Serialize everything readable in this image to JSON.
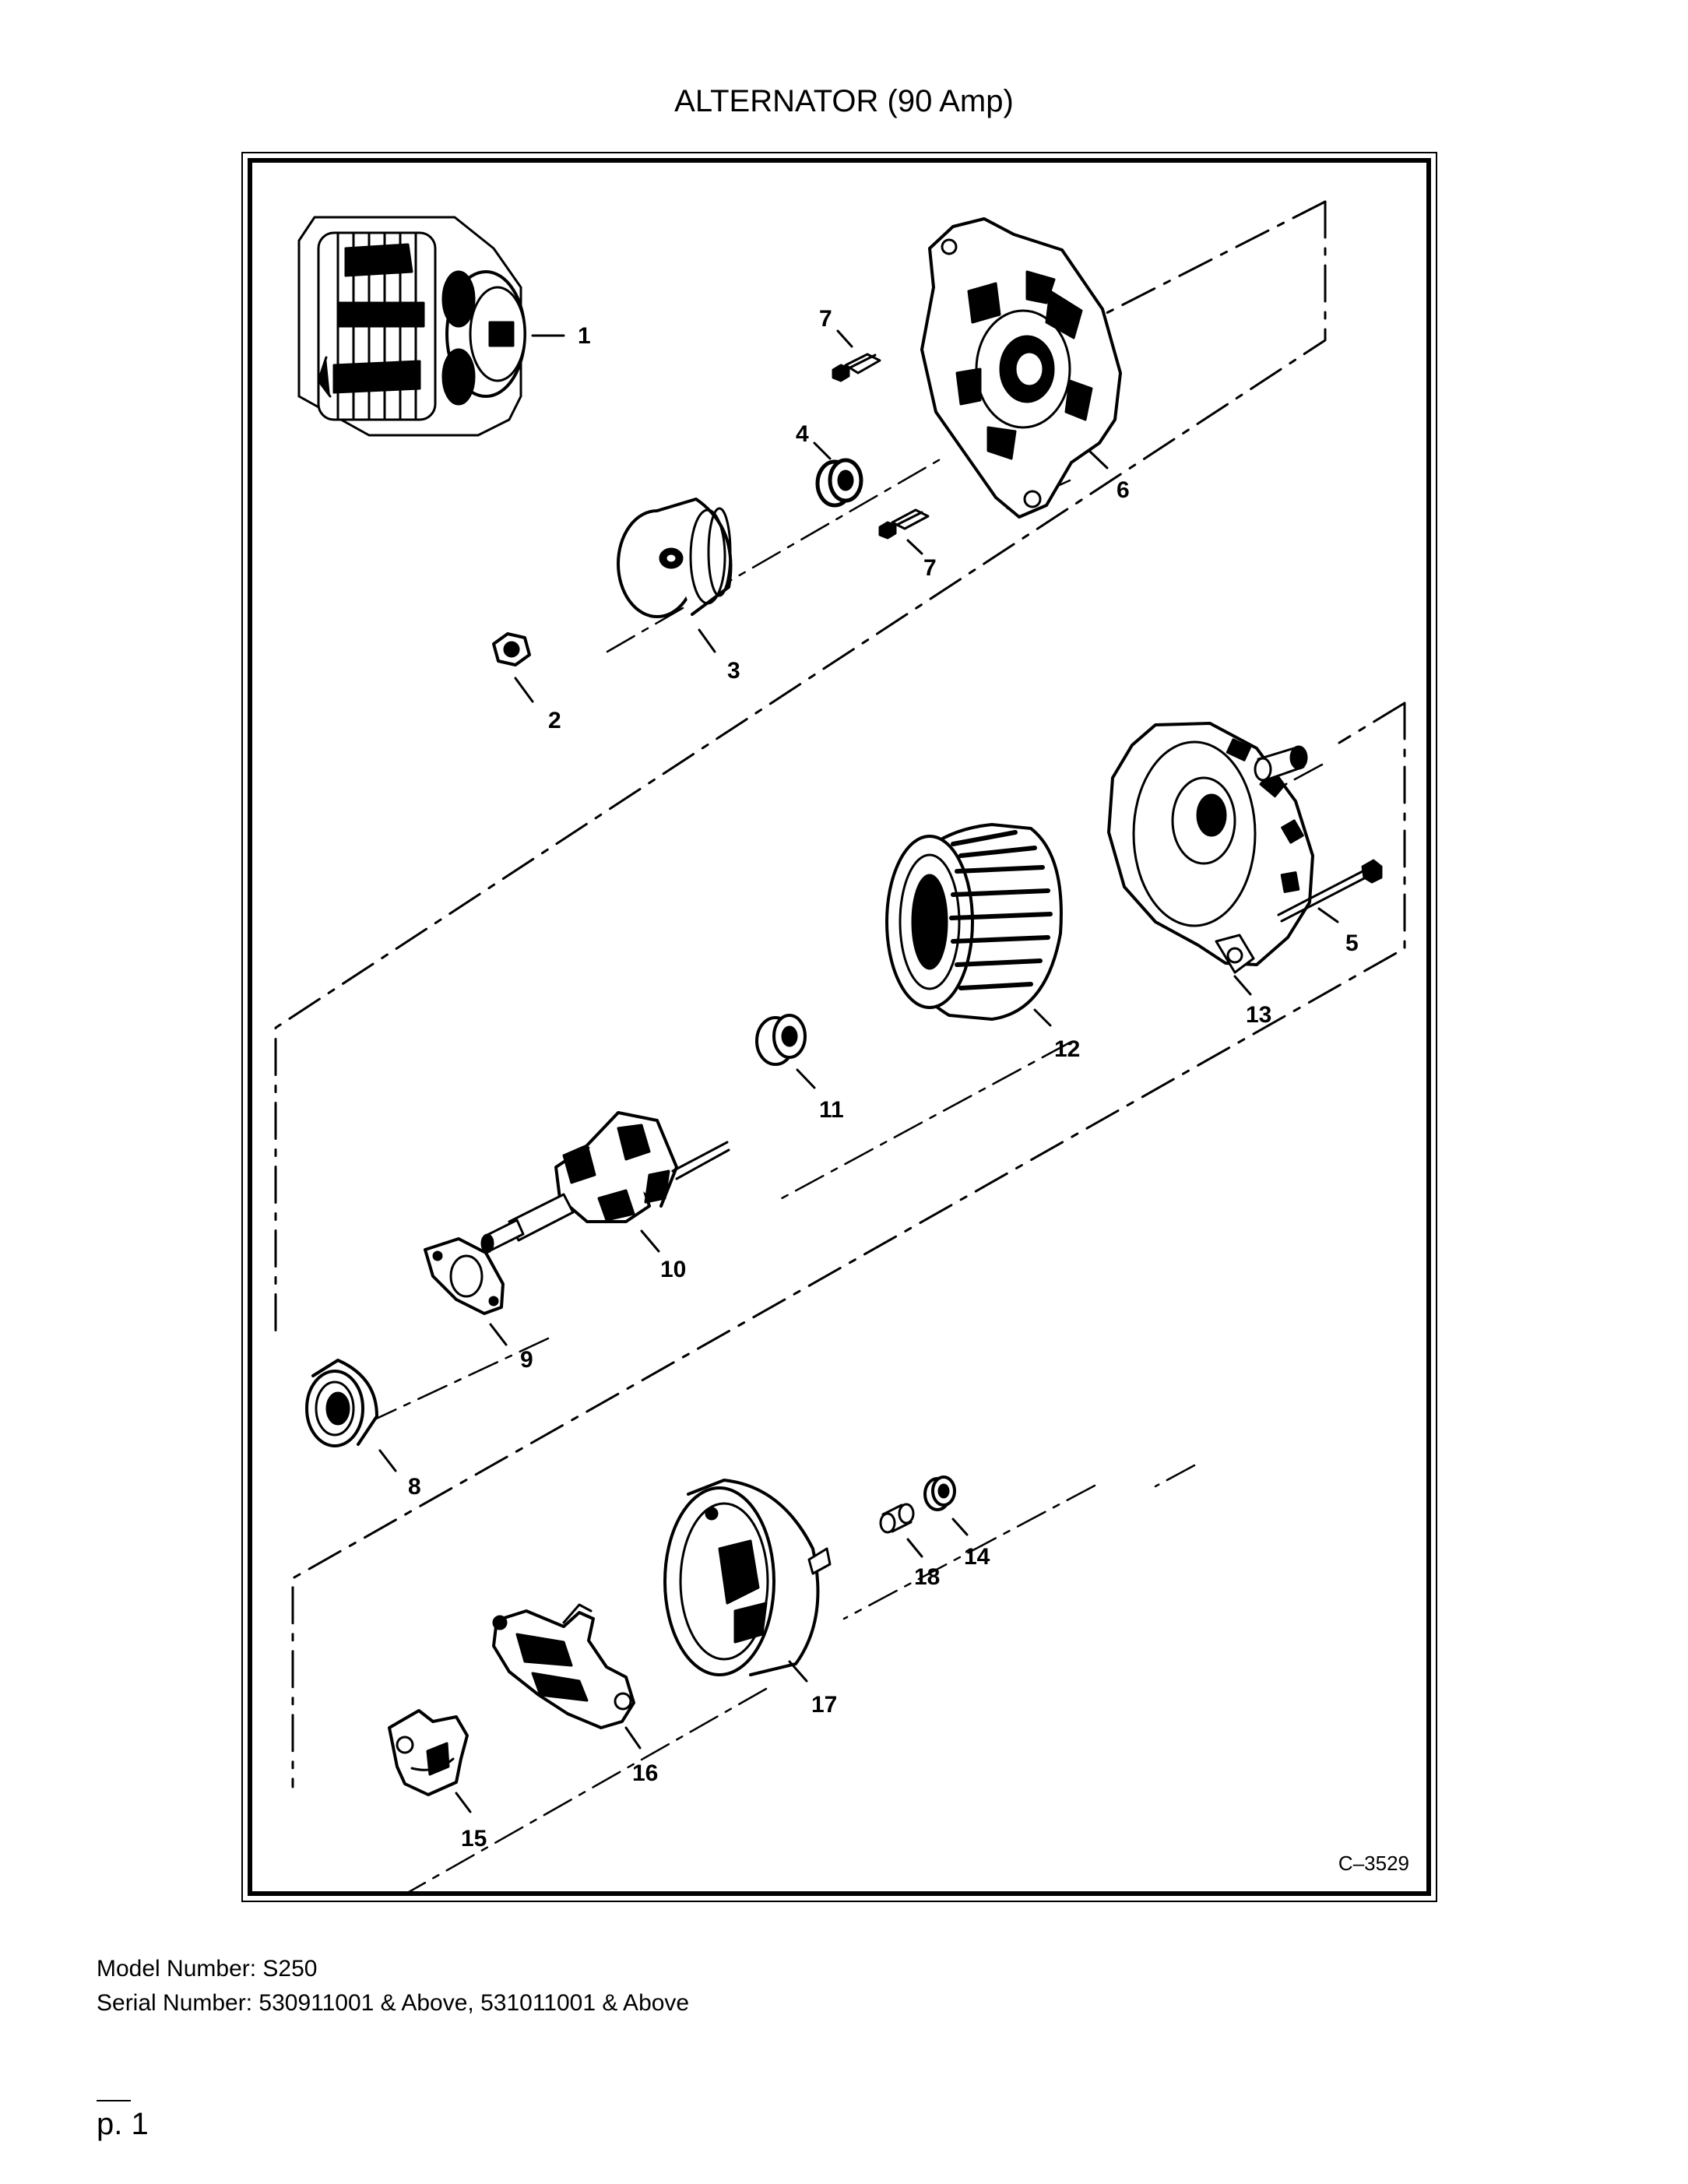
{
  "title": "ALTERNATOR (90 Amp)",
  "drawing_code": "C–3529",
  "model_line": "Model Number: S250",
  "serial_line": "Serial Number: 530911001 & Above, 531011001 & Above",
  "page_number": "p. 1",
  "callouts": {
    "c1": "1",
    "c2": "2",
    "c3": "3",
    "c4": "4",
    "c5": "5",
    "c6": "6",
    "c7a": "7",
    "c7b": "7",
    "c8": "8",
    "c9": "9",
    "c10": "10",
    "c11": "11",
    "c12": "12",
    "c13": "13",
    "c14": "14",
    "c15": "15",
    "c16": "16",
    "c17": "17",
    "c18": "18"
  }
}
